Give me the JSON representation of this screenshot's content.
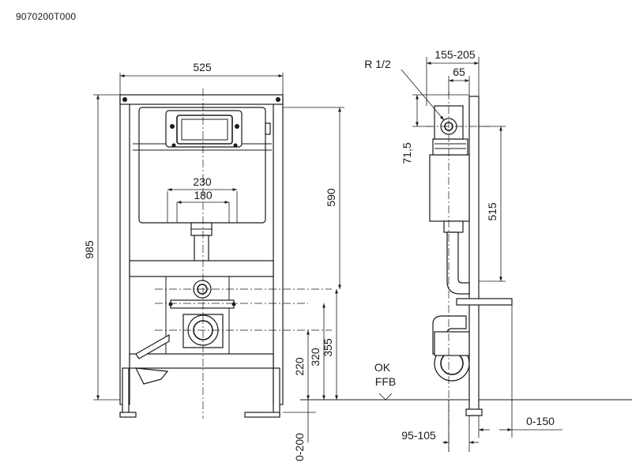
{
  "drawing": {
    "code": "9070200T000",
    "front": {
      "width": "525",
      "height": "985",
      "tank_height": "590",
      "outer_spacing": "230",
      "inner_spacing": "180",
      "axis_355": "355",
      "axis_320": "320",
      "axis_220": "220",
      "leg_range": "0-200"
    },
    "side": {
      "thread": "R 1/2",
      "depth_range": "155-205",
      "depth_65": "65",
      "dim_71_5": "71,5",
      "dim_515": "515",
      "offset_range": "95-105",
      "wall_range": "0-150",
      "ok_label": "OK",
      "ffb_label": "FFB"
    }
  }
}
